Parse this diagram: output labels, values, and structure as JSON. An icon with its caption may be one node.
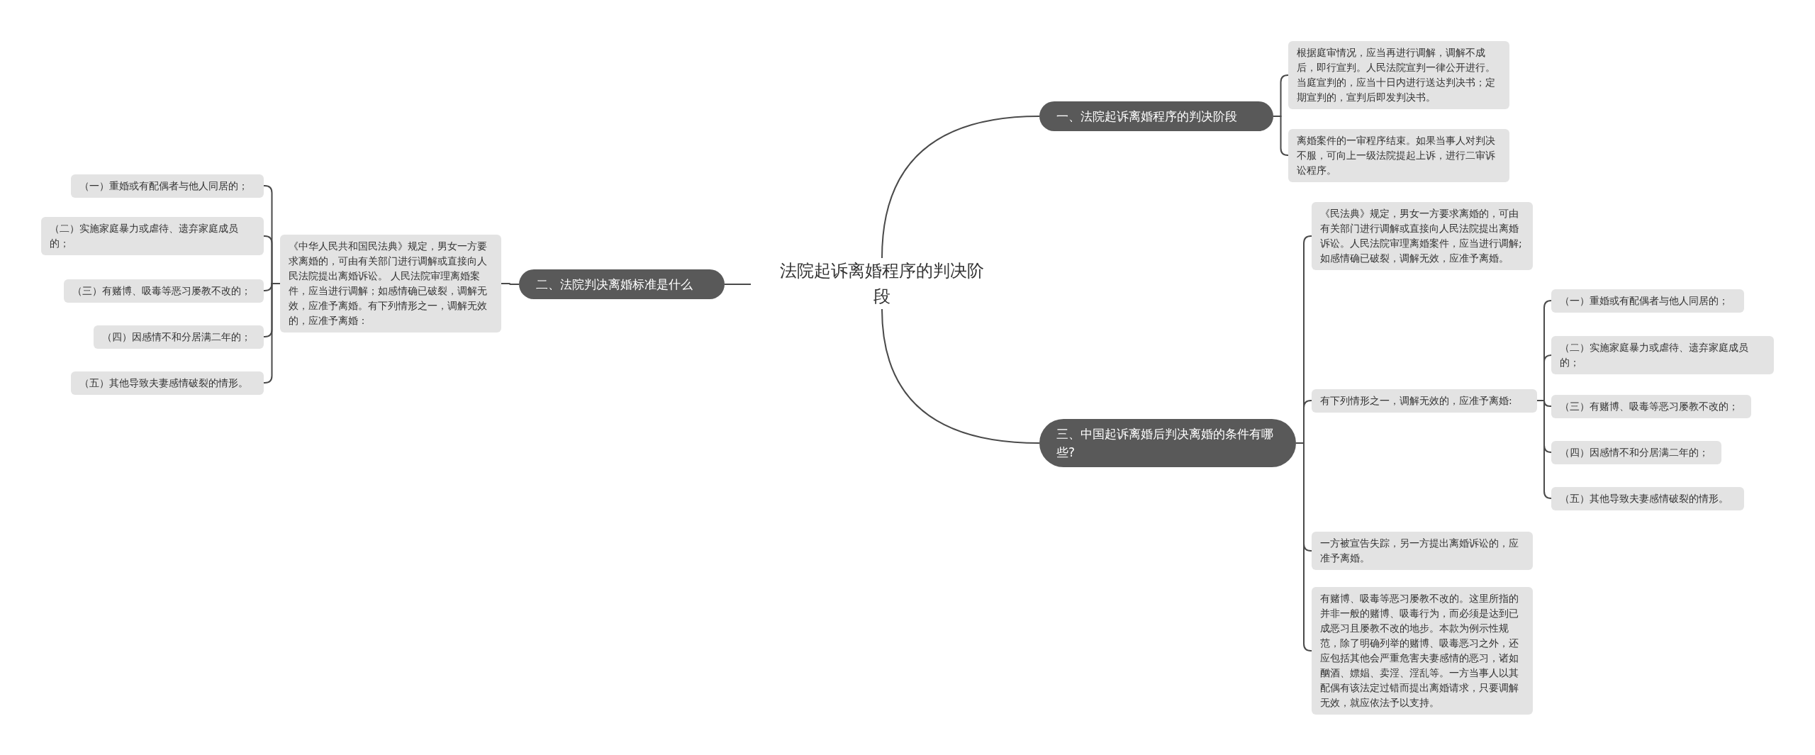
{
  "diagram": {
    "nodes": [
      {
        "text": [
          "法院起诉离婚程序的判决阶段"
        ]
      },
      {
        "text": [
          "一、法院起诉离婚程序的判决阶段"
        ]
      },
      {
        "text": [
          "根据庭审情况，应当再进行调解，调解不成后，即行宣判。人民法院宣判一律公开进行。当庭宣判的，应当十日内进行送达判决书；定期宣判的，宣判后即发判决书。"
        ]
      },
      {
        "text": [
          "离婚案件的一审程序结束。如果当事人对判决不服，可向上一级法院提起上诉，进行二审诉讼程序。"
        ]
      },
      {
        "text": [
          "二、法院判决离婚标准是什么"
        ]
      },
      {
        "text": [
          "《中华人民共和国民法典》规定，男女一方要求离婚的，可由有关部门进行调解或直接向人民法院提出离婚诉讼。 人民法院审理离婚案件，应当进行调解；如感情确已破裂，调解无效，应准予离婚。有下列情形之一，调解无效的，应准予离婚："
        ]
      },
      {
        "text": [
          "（一）重婚或有配偶者与他人同居的；"
        ]
      },
      {
        "text": [
          "（二）实施家庭暴力或虐待、遗弃家庭成员的；"
        ]
      },
      {
        "text": [
          "（三）有赌博、吸毒等恶习屡教不改的；"
        ]
      },
      {
        "text": [
          "（四）因感情不和分居满二年的；"
        ]
      },
      {
        "text": [
          "（五）其他导致夫妻感情破裂的情形。"
        ]
      },
      {
        "text": [
          "三、中国起诉离婚后判决离婚的条件有哪些?"
        ]
      },
      {
        "text": [
          "《民法典》规定，男女一方要求离婚的，可由有关部门进行调解或直接向人民法院提出离婚诉讼。人民法院审理离婚案件，应当进行调解;如感情确已破裂，调解无效，应准予离婚。"
        ]
      },
      {
        "text": [
          "有下列情形之一，调解无效的，应准予离婚:"
        ]
      },
      {
        "text": [
          "（一）重婚或有配偶者与他人同居的；"
        ]
      },
      {
        "text": [
          "（二）实施家庭暴力或虐待、遗弃家庭成员的；"
        ]
      },
      {
        "text": [
          "（三）有赌博、吸毒等恶习屡教不改的；"
        ]
      },
      {
        "text": [
          "（四）因感情不和分居满二年的；"
        ]
      },
      {
        "text": [
          "（五）其他导致夫妻感情破裂的情形。"
        ]
      },
      {
        "text": [
          "一方被宣告失踪，另一方提出离婚诉讼的，应准予离婚。"
        ]
      },
      {
        "text": [
          "有赌博、吸毒等恶习屡教不改的。这里所指的并非一般的赌博、吸毒行为，而必须是达到已成恶习且屡教不改的地步。本款为例示性规范，除了明确列举的赌博、吸毒恶习之外，还应包括其他会严重危害夫妻感情的恶习，诸如酗酒、嫖娼、卖淫、淫乱等。一方当事人以其配偶有该法定过错而提出离婚请求，只要调解无效，就应依法予以支持。"
        ]
      }
    ],
    "edges": [
      {
        "from": 0,
        "to": 1,
        "arrow": "none"
      },
      {
        "from": 1,
        "to": 2,
        "arrow": "none"
      },
      {
        "from": 1,
        "to": 3,
        "arrow": "none"
      },
      {
        "from": 0,
        "to": 4,
        "arrow": "none"
      },
      {
        "from": 4,
        "to": 5,
        "arrow": "none"
      },
      {
        "from": 5,
        "to": 6,
        "arrow": "none"
      },
      {
        "from": 5,
        "to": 7,
        "arrow": "none"
      },
      {
        "from": 5,
        "to": 8,
        "arrow": "none"
      },
      {
        "from": 5,
        "to": 9,
        "arrow": "none"
      },
      {
        "from": 5,
        "to": 10,
        "arrow": "none"
      },
      {
        "from": 0,
        "to": 11,
        "arrow": "none"
      },
      {
        "from": 11,
        "to": 12,
        "arrow": "none"
      },
      {
        "from": 11,
        "to": 13,
        "arrow": "none"
      },
      {
        "from": 13,
        "to": 14,
        "arrow": "none"
      },
      {
        "from": 13,
        "to": 15,
        "arrow": "none"
      },
      {
        "from": 13,
        "to": 16,
        "arrow": "none"
      },
      {
        "from": 13,
        "to": 17,
        "arrow": "none"
      },
      {
        "from": 13,
        "to": 18,
        "arrow": "none"
      },
      {
        "from": 11,
        "to": 19,
        "arrow": "none"
      },
      {
        "from": 11,
        "to": 20,
        "arrow": "none"
      }
    ]
  }
}
